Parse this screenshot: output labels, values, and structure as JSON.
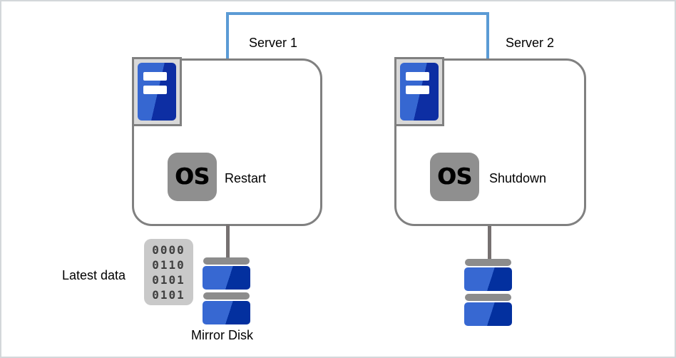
{
  "diagram": {
    "server1": {
      "name": "Server 1",
      "os_label": "OS",
      "action": "Restart"
    },
    "server2": {
      "name": "Server 2",
      "os_label": "OS",
      "action": "Shutdown"
    },
    "storage": {
      "mirror_disk_label": "Mirror Disk",
      "latest_data_label": "Latest data",
      "binary_rows": [
        "0000",
        "0110",
        "0101",
        "0101"
      ]
    },
    "colors": {
      "link_blue": "#5B9BD5",
      "box_border_gray": "#808080",
      "tower_blue_light": "#3667D1",
      "tower_blue_dark": "#0D2EA3",
      "disk_blue_light": "#3768D2",
      "disk_blue_dark": "#03309F",
      "disk_cap_gray": "#8C8C8C",
      "os_badge_gray": "#8F8F8F",
      "icon_frame_gray": "#D9D9D9",
      "binary_bg_gray": "#C9C9C9",
      "binary_text_gray": "#3F3F3F",
      "connector_gray": "#767171"
    }
  }
}
